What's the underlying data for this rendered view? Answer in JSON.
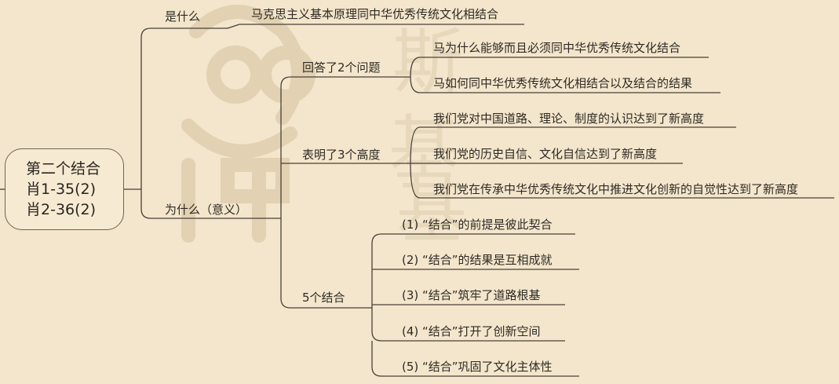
{
  "root": {
    "lines": [
      "第二个结合",
      "肖1-35(2)",
      "肖2-36(2)"
    ]
  },
  "branches": {
    "what": {
      "label": "是什么",
      "child": "马克思主义基本原理同中华优秀传统文化相结合"
    },
    "why": {
      "label": "为什么（意义）",
      "answered": {
        "label": "回答了2个问题",
        "items": [
          "马为什么能够而且必须同中华优秀传统文化结合",
          "马如何同中华优秀传统文化相结合以及结合的结果"
        ]
      },
      "heights": {
        "label": "表明了3个高度",
        "items": [
          "我们党对中国道路、理论、制度的认识达到了新高度",
          "我们党的历史自信、文化自信达到了新高度",
          "我们党在传承中华优秀传统文化中推进文化创新的自觉性达到了新高度"
        ]
      },
      "combos": {
        "label": "5个结合",
        "items": [
          "(1) “结合”的前提是彼此契合",
          "(2) “结合”的结果是互相成就",
          "(3) “结合”筑牢了道路根基",
          "(4) “结合”打开了创新空间",
          "(5) “结合”巩固了文化主体性"
        ]
      }
    }
  },
  "colors": {
    "background": "#f3e6cc",
    "line": "#4a4038",
    "watermark": "#e4d4b6"
  }
}
